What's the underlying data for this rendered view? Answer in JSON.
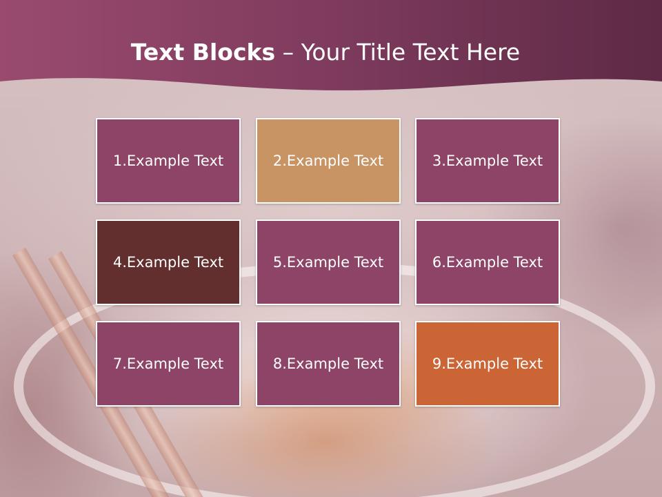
{
  "title": {
    "bold": "Text Blocks",
    "dash": " – ",
    "rest": "Your Title Text Here"
  },
  "colors": {
    "header": "#7d3a5c",
    "plum": "#8e4466",
    "tan": "#c99464",
    "brown": "#622e2e",
    "orange": "#cb6535",
    "border": "#ffffff"
  },
  "blocks": [
    {
      "label": "1.Example Text",
      "color": "plum"
    },
    {
      "label": "2.Example Text",
      "color": "tan"
    },
    {
      "label": "3.Example Text",
      "color": "plum"
    },
    {
      "label": "4.Example Text",
      "color": "brown"
    },
    {
      "label": "5.Example Text",
      "color": "plum"
    },
    {
      "label": "6.Example Text",
      "color": "plum"
    },
    {
      "label": "7.Example Text",
      "color": "plum"
    },
    {
      "label": "8.Example Text",
      "color": "plum"
    },
    {
      "label": "9.Example Text",
      "color": "orange"
    }
  ]
}
